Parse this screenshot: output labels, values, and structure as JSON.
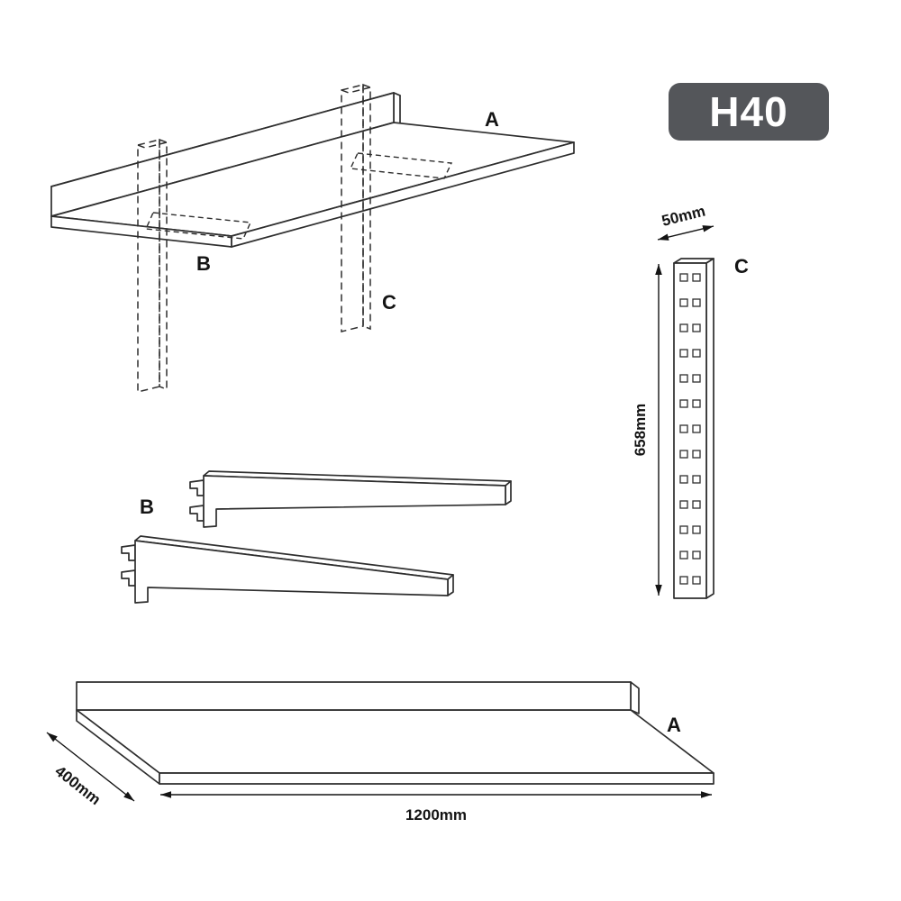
{
  "badge": {
    "label": "H40",
    "bg": "#54565a",
    "fg": "#ffffff"
  },
  "assembly_view": {
    "shelf_label": "A",
    "bracket_b_label": "B",
    "bracket_c_label": "C"
  },
  "rail_view": {
    "part_label": "C",
    "width_dim": "50mm",
    "height_dim": "658mm"
  },
  "bracket_view": {
    "part_label": "B"
  },
  "shelf_view": {
    "part_label": "A",
    "depth_dim": "400mm",
    "length_dim": "1200mm"
  }
}
